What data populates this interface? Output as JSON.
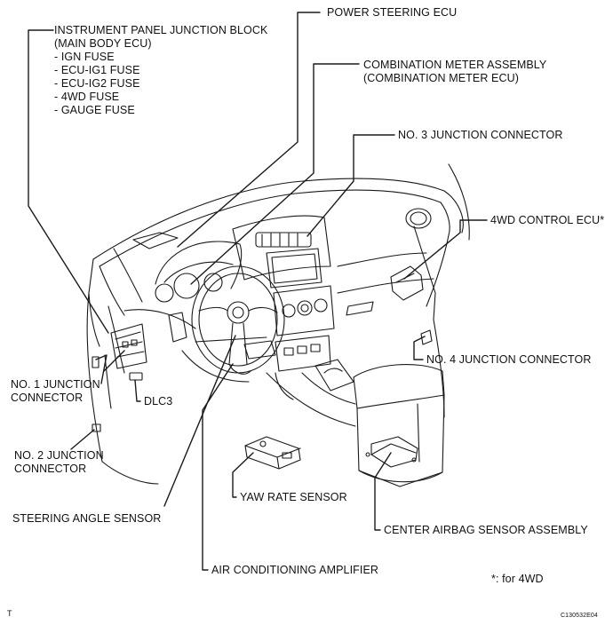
{
  "labels": {
    "ip_junction_block": {
      "lines": [
        "INSTRUMENT PANEL JUNCTION BLOCK",
        "(MAIN BODY ECU)",
        "- IGN FUSE",
        "- ECU-IG1 FUSE",
        "- ECU-IG2 FUSE",
        "- 4WD FUSE",
        "- GAUGE FUSE"
      ]
    },
    "power_steering_ecu": "POWER STEERING ECU",
    "combination_meter": [
      "COMBINATION METER ASSEMBLY",
      "(COMBINATION METER ECU)"
    ],
    "no3_junction": "NO. 3 JUNCTION CONNECTOR",
    "control_4wd_ecu": "4WD CONTROL ECU*",
    "no4_junction": "NO. 4 JUNCTION CONNECTOR",
    "no1_junction": [
      "NO. 1 JUNCTION",
      "CONNECTOR"
    ],
    "dlc3": "DLC3",
    "no2_junction": [
      "NO. 2 JUNCTION",
      "CONNECTOR"
    ],
    "steering_angle_sensor": "STEERING ANGLE SENSOR",
    "yaw_rate_sensor": "YAW RATE SENSOR",
    "center_airbag_sensor": "CENTER AIRBAG SENSOR ASSEMBLY",
    "ac_amplifier": "AIR CONDITIONING AMPLIFIER",
    "footnote": "*: for 4WD",
    "corner_mark": "T",
    "figure_code": "C130532E04"
  }
}
